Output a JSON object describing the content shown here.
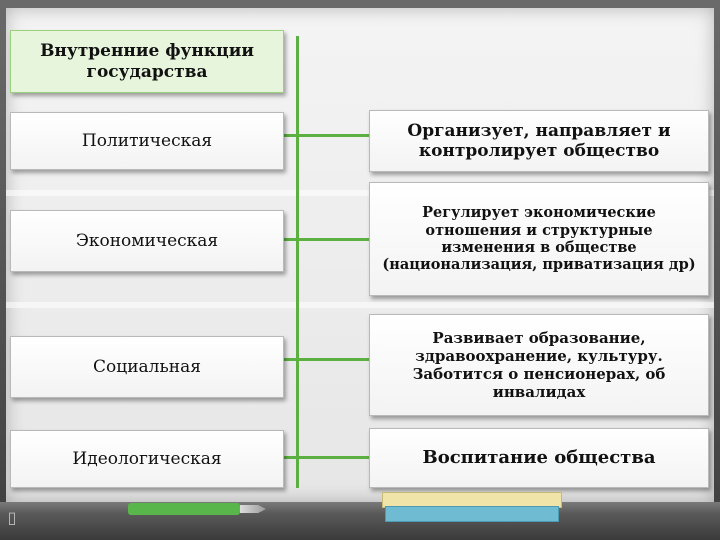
{
  "diagram": {
    "title": "Внутренние функции государства",
    "functions": [
      {
        "name": "Политическая",
        "description": "Организует, направляет и контролирует общество"
      },
      {
        "name": "Экономическая",
        "description": "Регулирует экономические отношения и структурные изменения в обществе (национализация, приватизация др)"
      },
      {
        "name": "Социальная",
        "description": "Развивает образование, здравоохранение, культуру. Заботится о пенсионерах, об инвалидах"
      },
      {
        "name": "Идеологическая",
        "description": "Воспитание общества"
      }
    ]
  },
  "colors": {
    "connector": "#5cb042",
    "title_fill": "#e6f5dc",
    "title_border": "#9ad17a"
  },
  "icons": [
    "marker-icon",
    "eraser-icon",
    "page-icon"
  ]
}
